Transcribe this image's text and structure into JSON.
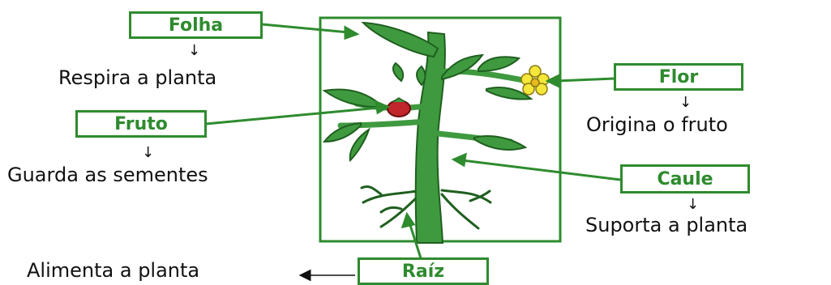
{
  "diagram": {
    "labels": {
      "folha": "Folha",
      "flor": "Flor",
      "fruto": "Fruto",
      "caule": "Caule",
      "raiz": "Raíz"
    },
    "descriptions": {
      "folha": "Respira a planta",
      "flor": "Origina o fruto",
      "fruto": "Guarda as sementes",
      "caule": "Suporta a planta",
      "raiz": "Alimenta a planta"
    },
    "colors": {
      "label_border": "#2e8b2e",
      "label_text": "#2e8b2e",
      "plant_green": "#3f9a3f",
      "plant_dark": "#1f5f1f",
      "flower": "#f5e63a",
      "fruit": "#c0262b"
    }
  }
}
